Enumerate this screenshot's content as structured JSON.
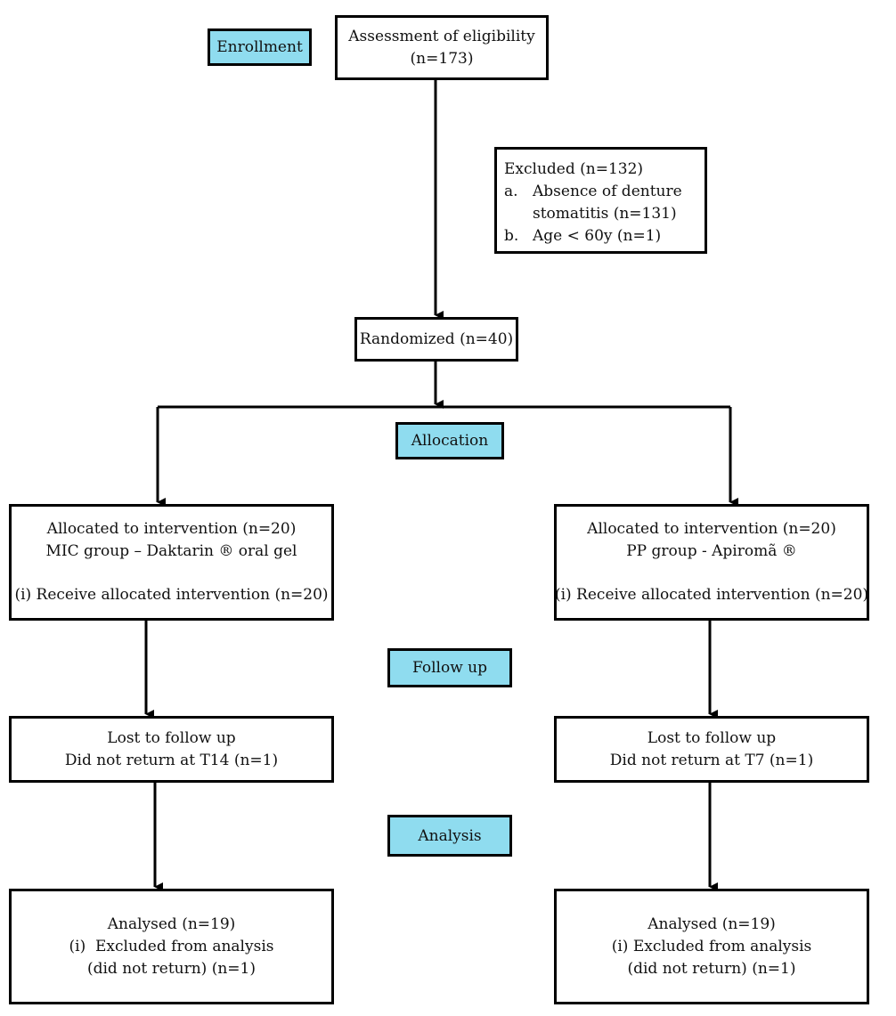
{
  "stages": {
    "enrollment": "Enrollment",
    "allocation": "Allocation",
    "follow_up": "Follow up",
    "analysis": "Analysis"
  },
  "eligibility": {
    "title": "Assessment of eligibility",
    "count": "(n=173)"
  },
  "excluded": {
    "title": "Excluded (n=132)",
    "a_marker": "a.",
    "a_line1": "Absence of denture",
    "a_line2": "stomatitis (n=131)",
    "b_marker": "b.",
    "b_line": "Age < 60y (n=1)"
  },
  "randomized": "Randomized (n=40)",
  "left": {
    "allocated": "Allocated to intervention (n=20)",
    "group": "MIC group – Daktarin ® oral gel",
    "received": "(i) Receive allocated intervention (n=20)",
    "lost_title": "Lost to follow up",
    "lost_detail": "Did not return at T14 (n=1)",
    "analysed": "Analysed (n=19)",
    "excluded_analysis": "(i)  Excluded from analysis",
    "did_not_return": "(did not return) (n=1)"
  },
  "right": {
    "allocated": "Allocated to intervention (n=20)",
    "group": "PP group - Apiromã ®",
    "received": "(i) Receive allocated intervention (n=20)",
    "lost_title": "Lost to follow up",
    "lost_detail": "Did not return at T7 (n=1)",
    "analysed": "Analysed (n=19)",
    "excluded_analysis": "(i) Excluded from analysis",
    "did_not_return": "(did not return) (n=1)"
  }
}
